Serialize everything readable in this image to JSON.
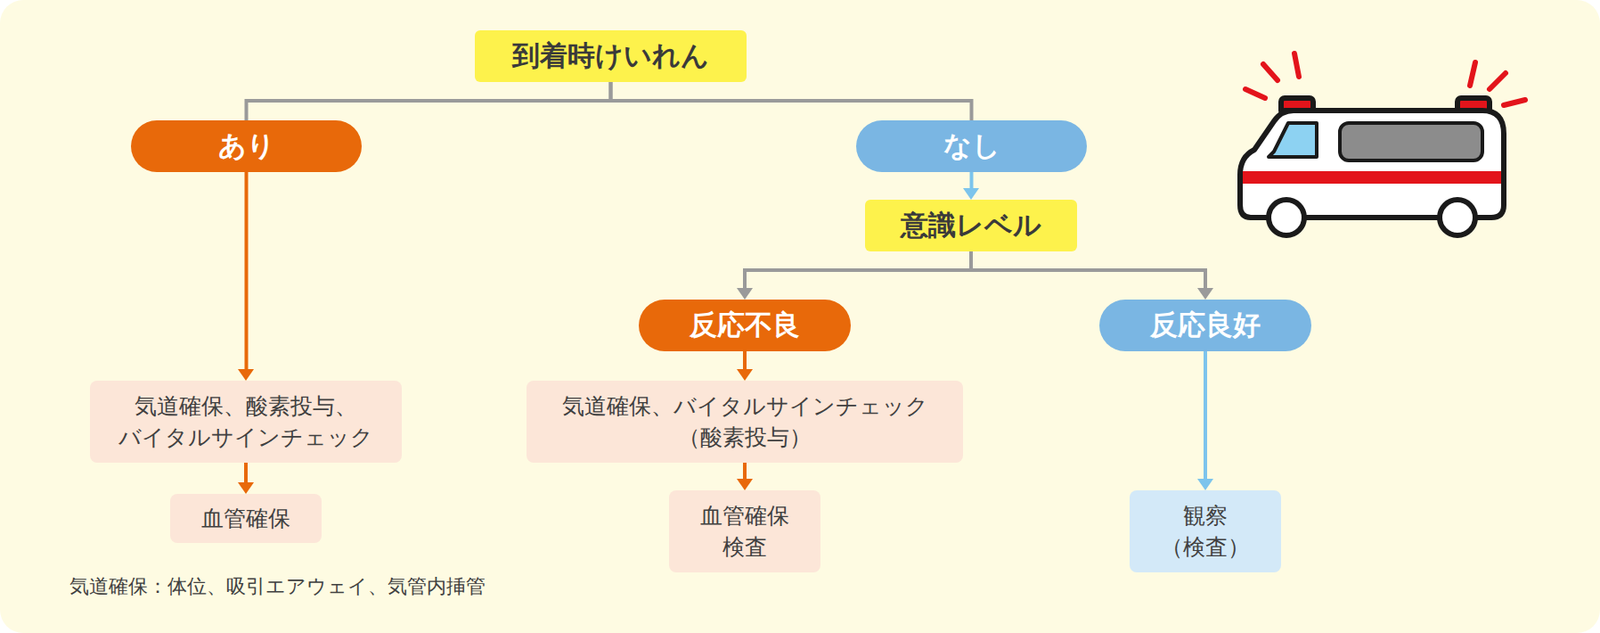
{
  "diagram": {
    "nodes": [
      {
        "text": [
          "到着時けいれん"
        ]
      },
      {
        "text": [
          "あり"
        ]
      },
      {
        "text": [
          "なし"
        ]
      },
      {
        "text": [
          "意識レベル"
        ]
      },
      {
        "text": [
          "反応不良"
        ]
      },
      {
        "text": [
          "反応良好"
        ]
      },
      {
        "text": [
          "気道確保、酸素投与、 バイタルサインチェック"
        ]
      },
      {
        "text": [
          "血管確保"
        ]
      },
      {
        "text": [
          "気道確保、バイタルサインチェック （酸素投与）"
        ]
      },
      {
        "text": [
          "血管確保 検査"
        ]
      },
      {
        "text": [
          "観察 （検査）"
        ]
      }
    ],
    "edges": [
      {
        "from": 0,
        "to": 1,
        "arrow": "none"
      },
      {
        "from": 0,
        "to": 2,
        "arrow": "none"
      },
      {
        "from": 2,
        "to": 3,
        "arrow": "to"
      },
      {
        "from": 3,
        "to": 4,
        "arrow": "to"
      },
      {
        "from": 3,
        "to": 5,
        "arrow": "to"
      },
      {
        "from": 1,
        "to": 6,
        "arrow": "to"
      },
      {
        "from": 6,
        "to": 7,
        "arrow": "to"
      },
      {
        "from": 4,
        "to": 8,
        "arrow": "to"
      },
      {
        "from": 8,
        "to": 9,
        "arrow": "to"
      },
      {
        "from": 5,
        "to": 10,
        "arrow": "to"
      }
    ],
    "labels": [
      "気道確保：体位、吸引エアウェイ、気管内挿管"
    ]
  }
}
